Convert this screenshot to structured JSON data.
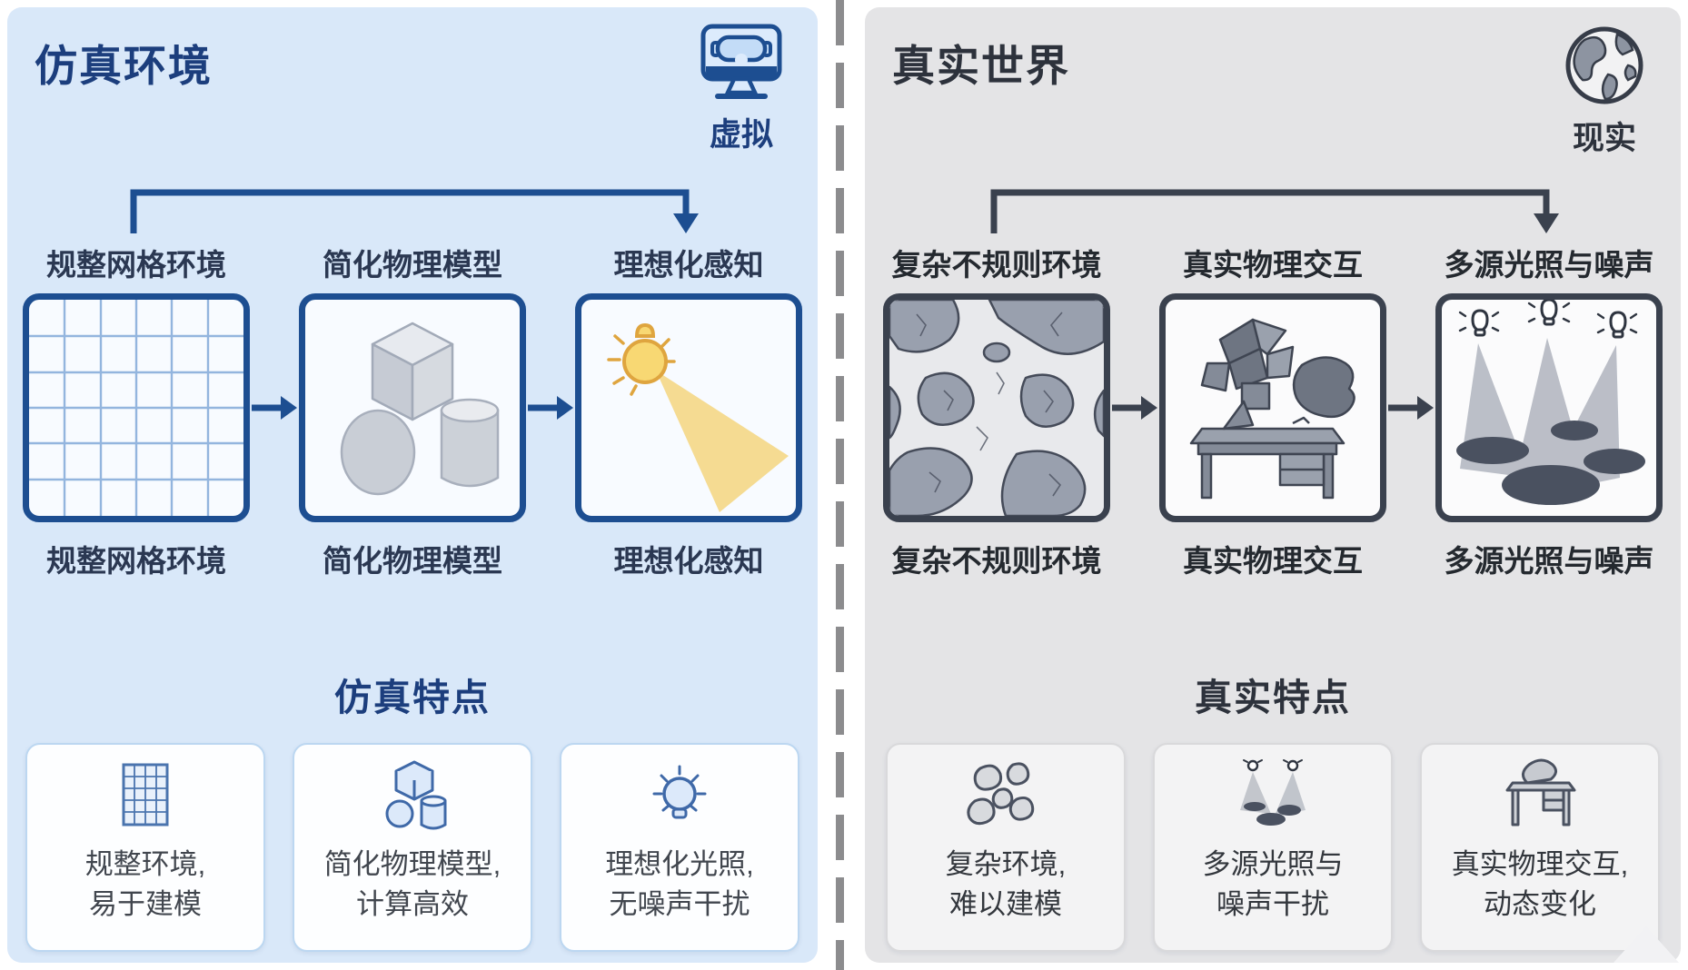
{
  "left_panel": {
    "title": "仿真环境",
    "corner": {
      "icon": "vr-monitor-icon",
      "label": "虚拟"
    },
    "flow_items": [
      {
        "icon": "grid-environment-icon",
        "label": "规整网格环境"
      },
      {
        "icon": "primitive-shapes-icon",
        "label": "简化物理模型"
      },
      {
        "icon": "ideal-light-icon",
        "label": "理想化感知"
      }
    ],
    "features_title": "仿真特点",
    "feature_cards": [
      {
        "icon": "mini-grid-icon",
        "line1": "规整环境,",
        "line2": "易于建模"
      },
      {
        "icon": "mini-shapes-icon",
        "line1": "简化物理模型,",
        "line2": "计算高效"
      },
      {
        "icon": "mini-bulb-icon",
        "line1": "理想化光照,",
        "line2": "无噪声干扰"
      }
    ],
    "colors": {
      "background": "#d9e8f9",
      "accent": "#1d4e91",
      "title": "#1c3e7d",
      "light_yellow": "#f4d683"
    }
  },
  "right_panel": {
    "title": "真实世界",
    "corner": {
      "icon": "globe-icon",
      "label": "现实"
    },
    "flow_items": [
      {
        "icon": "irregular-terrain-icon",
        "label": "复杂不规则环境"
      },
      {
        "icon": "real-interaction-icon",
        "label": "真实物理交互"
      },
      {
        "icon": "multi-light-noise-icon",
        "label": "多源光照与噪声"
      }
    ],
    "features_title": "真实特点",
    "feature_cards": [
      {
        "icon": "mini-rocks-icon",
        "line1": "复杂环境,",
        "line2": "难以建模"
      },
      {
        "icon": "mini-spotlights-icon",
        "line1": "多源光照与",
        "line2": "噪声干扰"
      },
      {
        "icon": "mini-desk-icon",
        "line1": "真实物理交互,",
        "line2": "动态变化"
      }
    ],
    "colors": {
      "background": "#e4e4e6",
      "accent": "#3a414e",
      "title": "#2d323c"
    }
  }
}
